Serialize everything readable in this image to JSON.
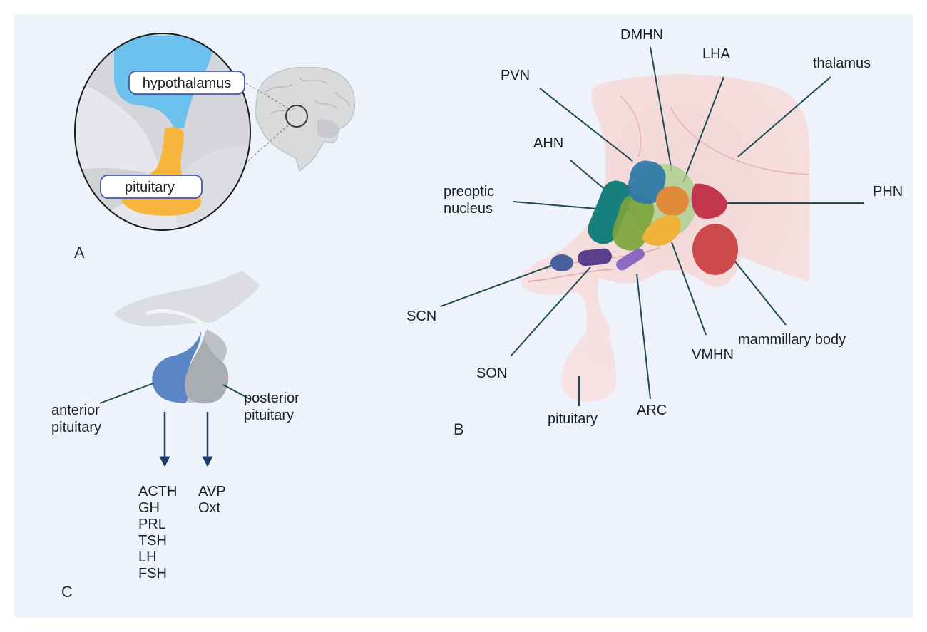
{
  "panels": {
    "a": "A",
    "b": "B",
    "c": "C"
  },
  "panel_a": {
    "hypothalamus": "hypothalamus",
    "pituitary": "pituitary"
  },
  "panel_b": {
    "dmhn": "DMHN",
    "lha": "LHA",
    "thalamus": "thalamus",
    "pvn": "PVN",
    "ahn": "AHN",
    "preoptic_line1": "preoptic",
    "preoptic_line2": "nucleus",
    "phn": "PHN",
    "scn": "SCN",
    "son": "SON",
    "pituitary": "pituitary",
    "arc": "ARC",
    "vmhn": "VMHN",
    "mammillary": "mammillary body"
  },
  "panel_c": {
    "anterior_line1": "anterior",
    "anterior_line2": "pituitary",
    "posterior_line1": "posterior",
    "posterior_line2": "pituitary",
    "anterior_hormones": [
      "ACTH",
      "GH",
      "PRL",
      "TSH",
      "LH",
      "FSH"
    ],
    "posterior_hormones": [
      "AVP",
      "Oxt"
    ]
  },
  "colors": {
    "background": "#edf2fb",
    "hypothalamus": "#6cc0ec",
    "pituitary": "#f7b53e",
    "tissue": "#f3cfcf",
    "anterior_pituitary": "#5b86c6",
    "posterior_pituitary": "#a9acb1",
    "pvn": "#2b77a8",
    "preoptic": "#17807c",
    "ahn": "#7aa33a",
    "dmhn_area": "#a7cf8c",
    "dmhn": "#e08a3b",
    "vmhn": "#f0b23a",
    "phn": "#c4364e",
    "mammillary": "#cd4a4a",
    "scn": "#4a5f9e",
    "son": "#5a3f8c",
    "arc": "#8c6ac2"
  }
}
